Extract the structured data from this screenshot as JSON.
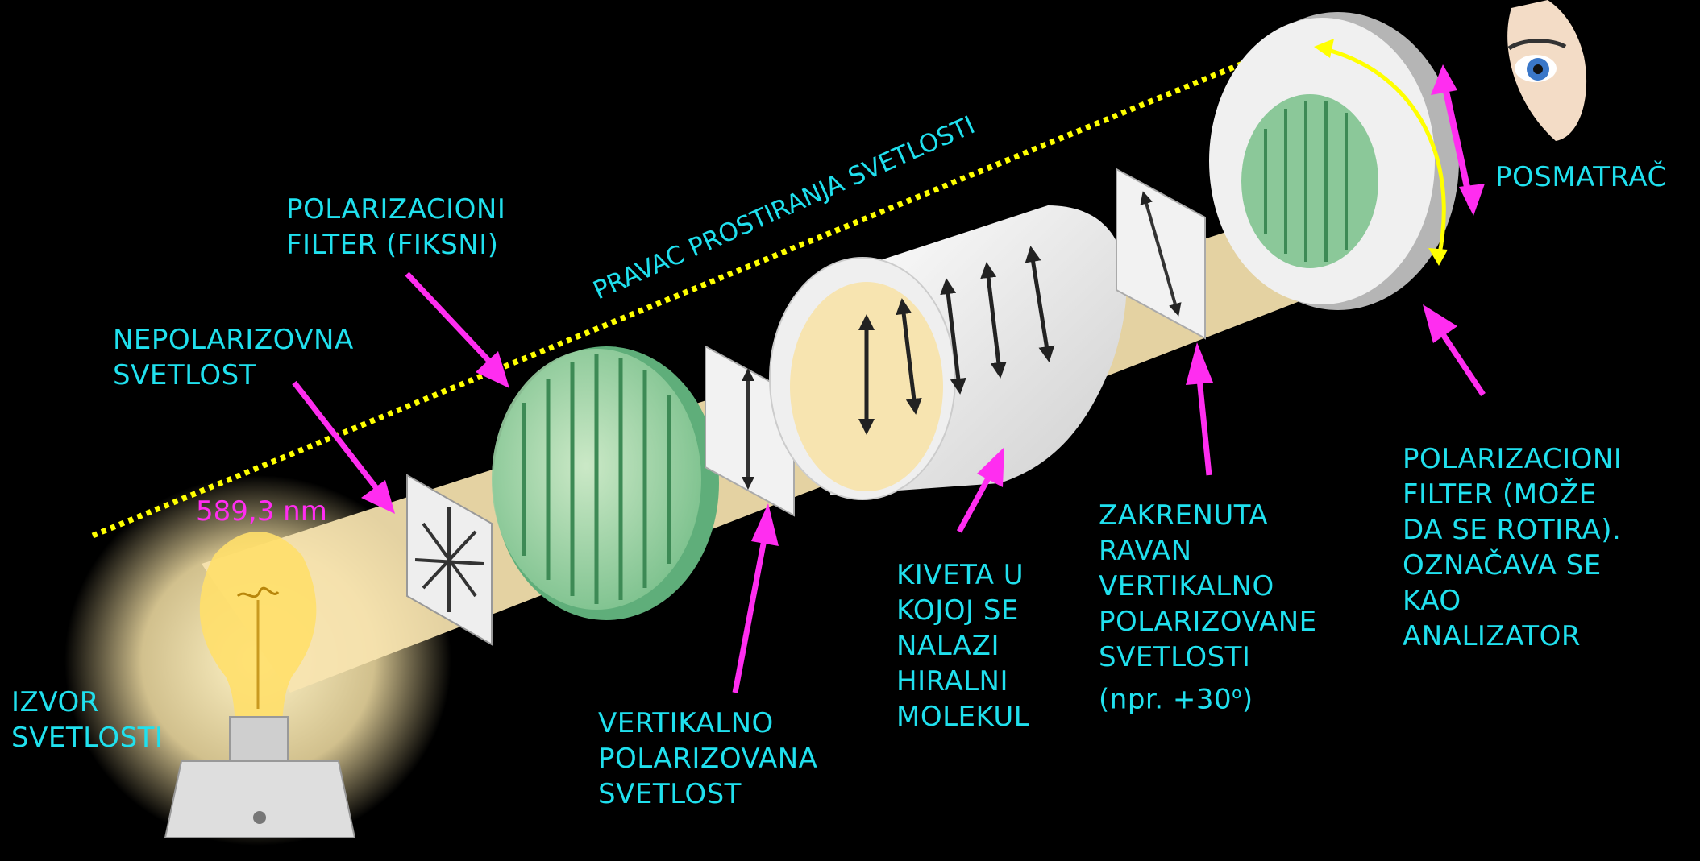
{
  "labels": {
    "beam_direction": "PRAVAC PROSTIRANJA SVETLOSTI",
    "fixed_filter": [
      "POLARIZACIONI",
      "FILTER (FIKSNI)"
    ],
    "unpolarized_light": [
      "NEPOLARIZOVNA",
      "SVETLOST"
    ],
    "wavelength": "589,3 nm",
    "light_source": [
      "IZVOR",
      "SVETLOSTI"
    ],
    "vertical_polarized": [
      "VERTIKALNO",
      "POLARIZOVANA",
      "SVETLOST"
    ],
    "cuvette": [
      "KIVETA U",
      "KOJOJ SE",
      "NALAZI",
      "HIRALNI",
      "MOLEKUL"
    ],
    "rotated_plane": [
      "ZAKRENUTA",
      "RAVAN",
      "VERTIKALNO",
      "POLARIZOVANE",
      "SVETLOSTI"
    ],
    "rotation_example": "(npr. +30",
    "rotation_degree_symbol": "o",
    "rotation_close": ")",
    "observer": "POSMATRAČ",
    "analyzer": [
      "POLARIZACIONI",
      "FILTER (MOŽE",
      "DA SE ROTIRA).",
      "OZNAČAVA SE",
      "KAO",
      "ANALIZATOR"
    ]
  },
  "colors": {
    "background": "#000000",
    "label_text": "#20e0ee",
    "pointer_arrow": "#ff2df0",
    "beam_direction_line": "#ffff00",
    "beam": "#f7e4b0",
    "filter_green": "#5fae7a"
  },
  "icons": [
    "light-bulb-icon",
    "eye-icon",
    "polarizer-filter-icon",
    "analyzer-filter-icon",
    "cuvette-icon"
  ]
}
